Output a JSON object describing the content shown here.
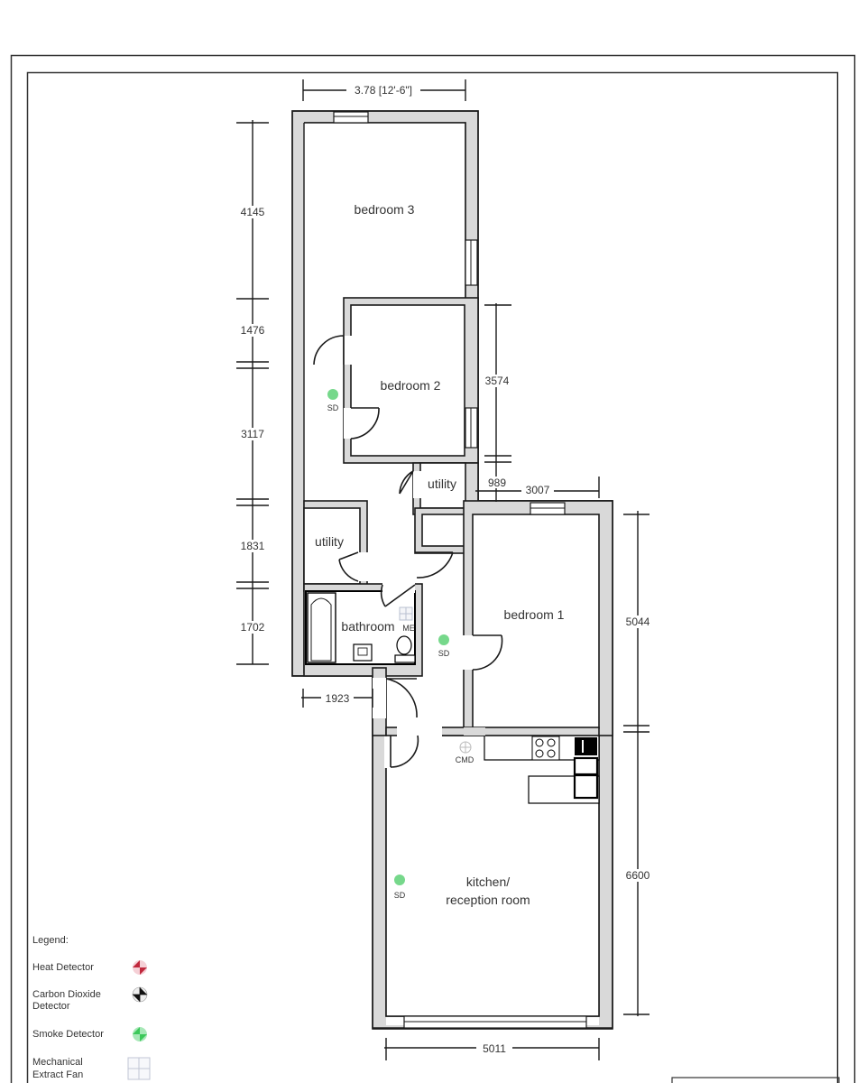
{
  "drawing": {
    "rooms": {
      "bedroom3": "bedroom 3",
      "bedroom2": "bedroom 2",
      "utility_upper": "utility",
      "utility_left": "utility",
      "bathroom": "bathroom",
      "bedroom1": "bedroom 1",
      "kitchen_line1": "kitchen/",
      "kitchen_line2": "reception room"
    },
    "dimensions": {
      "top_width": "3.78 [12'-6\"]",
      "left_1": "4145",
      "left_2": "1476",
      "left_3": "3117",
      "left_4": "1831",
      "left_5": "1702",
      "bedroom2_height": "3574",
      "step_989": "989",
      "bedroom1_width": "3007",
      "bedroom1_height": "5044",
      "kitchen_height": "6600",
      "hall_width": "1923",
      "kitchen_width": "5011"
    },
    "markers": {
      "sd_hall_upper": "SD",
      "sd_hall_lower": "SD",
      "sd_kitchen": "SD",
      "cmd": "CMD",
      "me": "ME"
    },
    "legend": {
      "title": "Legend:",
      "items": [
        {
          "label_1": "Heat Detector",
          "label_2": "",
          "icon": "heat-detector-icon",
          "color": "#c0283c"
        },
        {
          "label_1": "Carbon Dioxide",
          "label_2": "Detector",
          "icon": "co-detector-icon",
          "color": "#111111"
        },
        {
          "label_1": "Smoke Detector",
          "label_2": "",
          "icon": "smoke-detector-icon",
          "color": "#3cc85a"
        },
        {
          "label_1": "Mechanical",
          "label_2": "Extract Fan",
          "icon": "extract-fan-icon",
          "color": "#b8c0d0"
        }
      ]
    },
    "colors": {
      "wall_fill": "#d9d9d9",
      "smoke": "#3cc85a",
      "heat": "#c0283c"
    }
  }
}
